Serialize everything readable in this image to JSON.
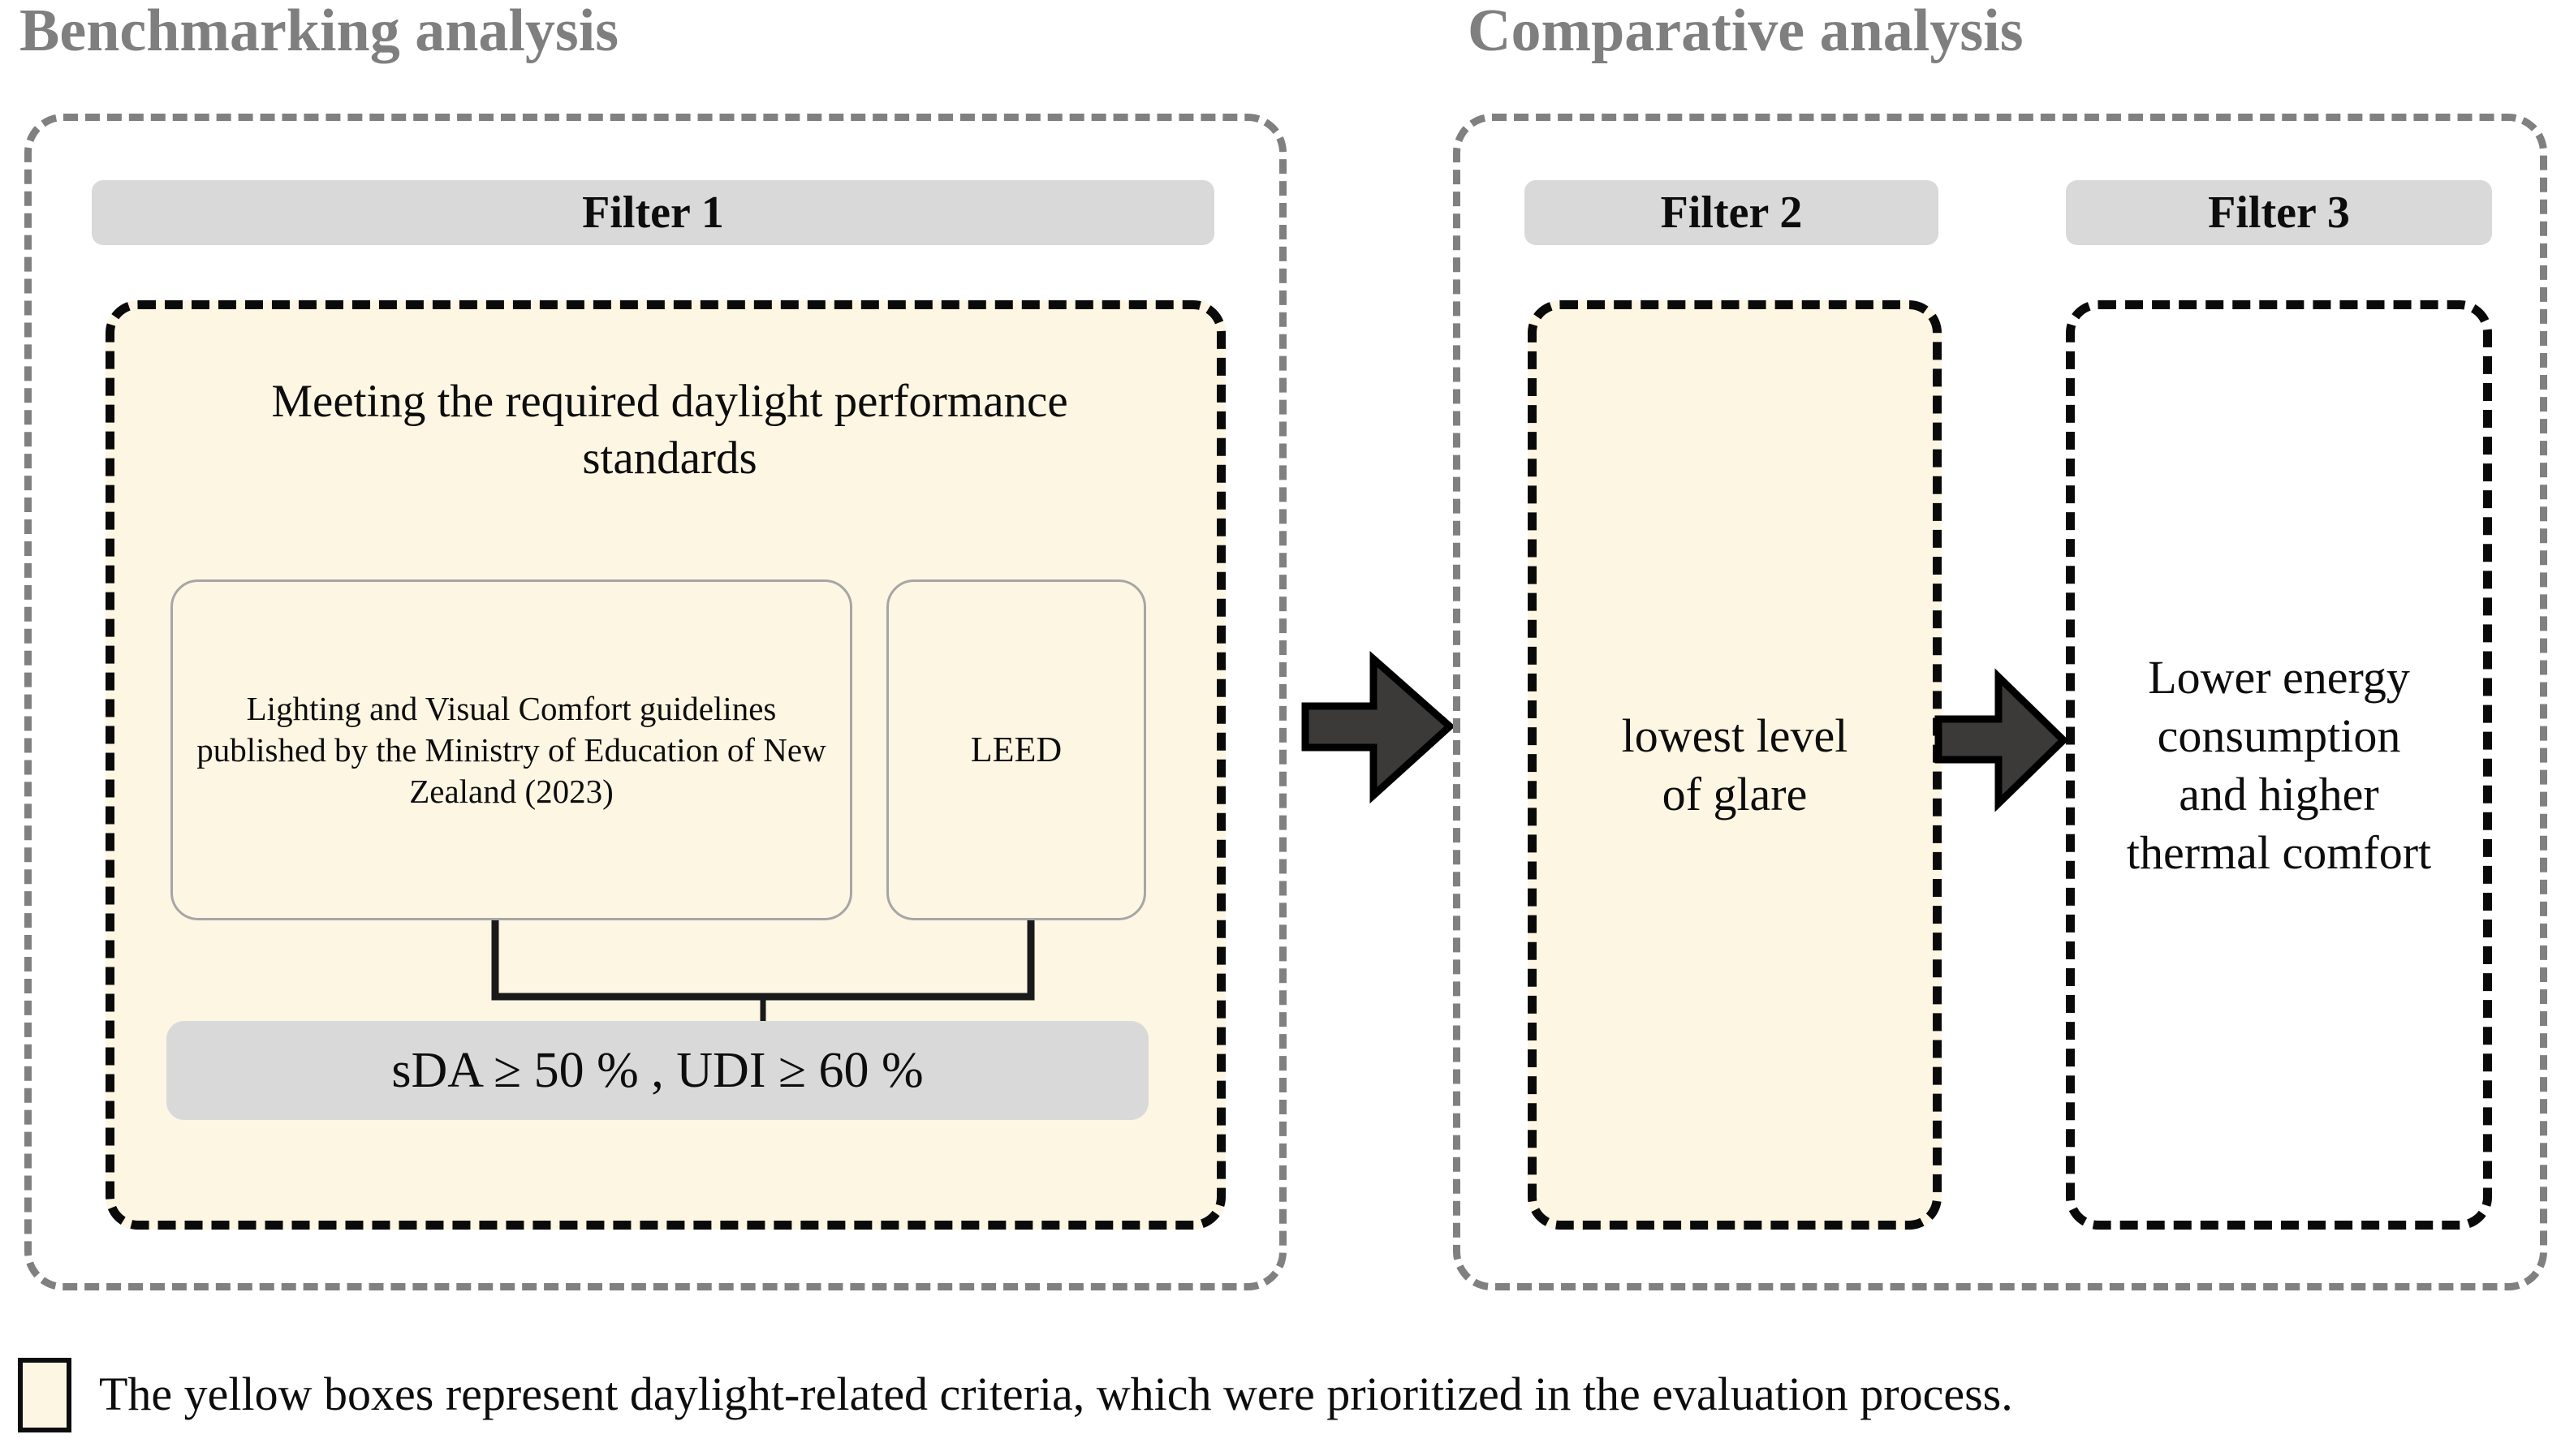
{
  "panels": [
    {
      "title": "Benchmarking analysis",
      "filters": [
        {
          "label": "Filter 1",
          "headline": "Meeting the required daylight performance  standards",
          "sources": [
            {
              "name": "nz-guidelines",
              "text": "Lighting  and Visual Comfort guidelines published by the Ministry of Education of New Zealand (2023)"
            },
            {
              "name": "leed",
              "text": "LEED"
            }
          ],
          "metric": "sDA ≥ 50 % , UDI ≥ 60 %"
        }
      ]
    },
    {
      "title": "Comparative analysis",
      "filters": [
        {
          "label": "Filter 2",
          "body": "lowest level of glare",
          "highlight": true
        },
        {
          "label": "Filter 3",
          "body": "Lower energy consumption and higher thermal comfort",
          "highlight": false
        }
      ]
    }
  ],
  "arrows": [
    {
      "name": "arrow-filter1-to-filter2"
    },
    {
      "name": "arrow-filter2-to-filter3"
    }
  ],
  "legend": {
    "text": "The yellow boxes represent daylight-related criteria, which were prioritized in the evaluation process."
  },
  "colors": {
    "cream": "#fdf6e3",
    "gray_pill": "#d9d9d9",
    "dashed_gray": "#808080",
    "dashed_black": "#0a0a0a",
    "title_gray": "#7f7f7f",
    "arrow_fill": "#3b3a39"
  }
}
